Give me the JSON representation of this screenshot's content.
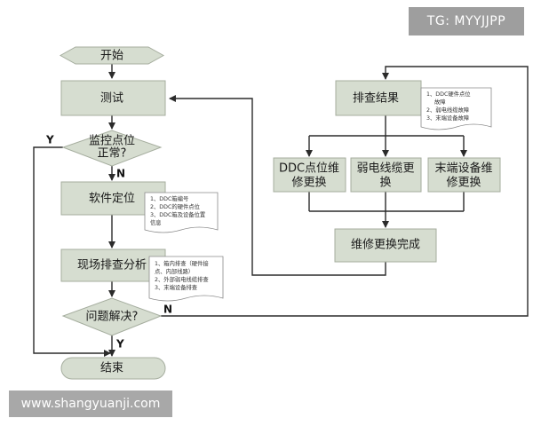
{
  "watermark_tag": "TG: MYYJJPP",
  "watermark_url": "www.shangyuanji.com",
  "flowchart": {
    "start": "开始",
    "test": "测试",
    "decision_point": [
      "监控点位",
      "正常?"
    ],
    "software_position": "软件定位",
    "software_notes": [
      "1、DDC箱编号",
      "2、DDC的硬件点位",
      "3、DDC箱及设备位置",
      "信息"
    ],
    "field_analysis": "现场排查分析",
    "field_notes": [
      "1、箱内排查（硬件接",
      "点、内部线路）",
      "2、外部弱电线缆排查",
      "3、末端设备排查"
    ],
    "decision_solved": "问题解决?",
    "end": "结束",
    "check_result": "排查结果",
    "result_notes": [
      "1、DDC硬件点位",
      "故障",
      "2、弱电线缆故障",
      "3、末端设备故障"
    ],
    "repair_ddc": [
      "DDC点位维",
      "修更换"
    ],
    "repair_cable": [
      "弱电线缆更",
      "换"
    ],
    "repair_device": [
      "末端设备维",
      "修更换"
    ],
    "repair_done": "维修更换完成",
    "label_yes_1": "Y",
    "label_no_1": "N",
    "label_no_2": "N",
    "label_yes_2": "Y"
  }
}
